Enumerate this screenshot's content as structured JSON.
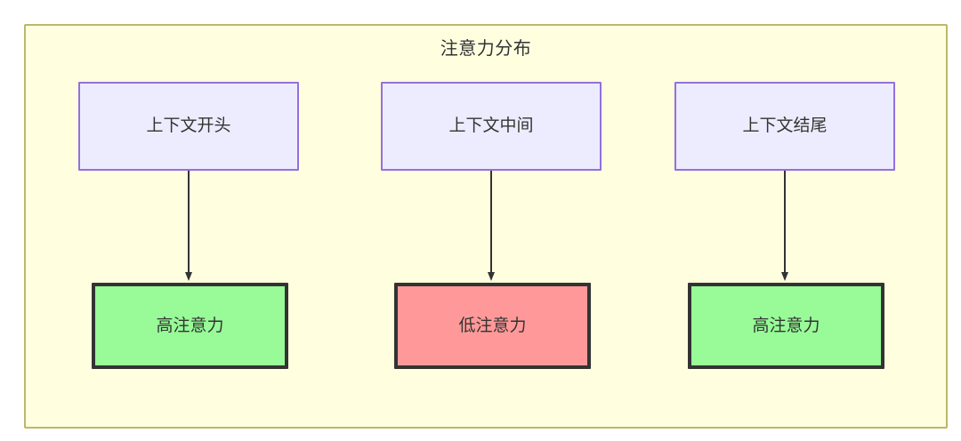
{
  "diagram": {
    "title": "注意力分布",
    "background_color": "#ffffe0",
    "border_color": "#bdb76b",
    "nodes": {
      "context": [
        {
          "id": "ctx-start",
          "label": "上下文开头",
          "fill": "#ececfe",
          "stroke": "#9370db"
        },
        {
          "id": "ctx-middle",
          "label": "上下文中间",
          "fill": "#ececfe",
          "stroke": "#9370db"
        },
        {
          "id": "ctx-end",
          "label": "上下文结尾",
          "fill": "#ececfe",
          "stroke": "#9370db"
        }
      ],
      "attention": [
        {
          "id": "att-1",
          "label": "高注意力",
          "fill": "#98fb98",
          "stroke": "#333333",
          "level": "high"
        },
        {
          "id": "att-2",
          "label": "低注意力",
          "fill": "#ff9999",
          "stroke": "#333333",
          "level": "low"
        },
        {
          "id": "att-3",
          "label": "高注意力",
          "fill": "#98fb98",
          "stroke": "#333333",
          "level": "high"
        }
      ]
    },
    "edges": [
      {
        "from": "上下文开头",
        "to": "高注意力"
      },
      {
        "from": "上下文中间",
        "to": "低注意力"
      },
      {
        "from": "上下文结尾",
        "to": "高注意力"
      }
    ],
    "edge_color": "#333333"
  }
}
